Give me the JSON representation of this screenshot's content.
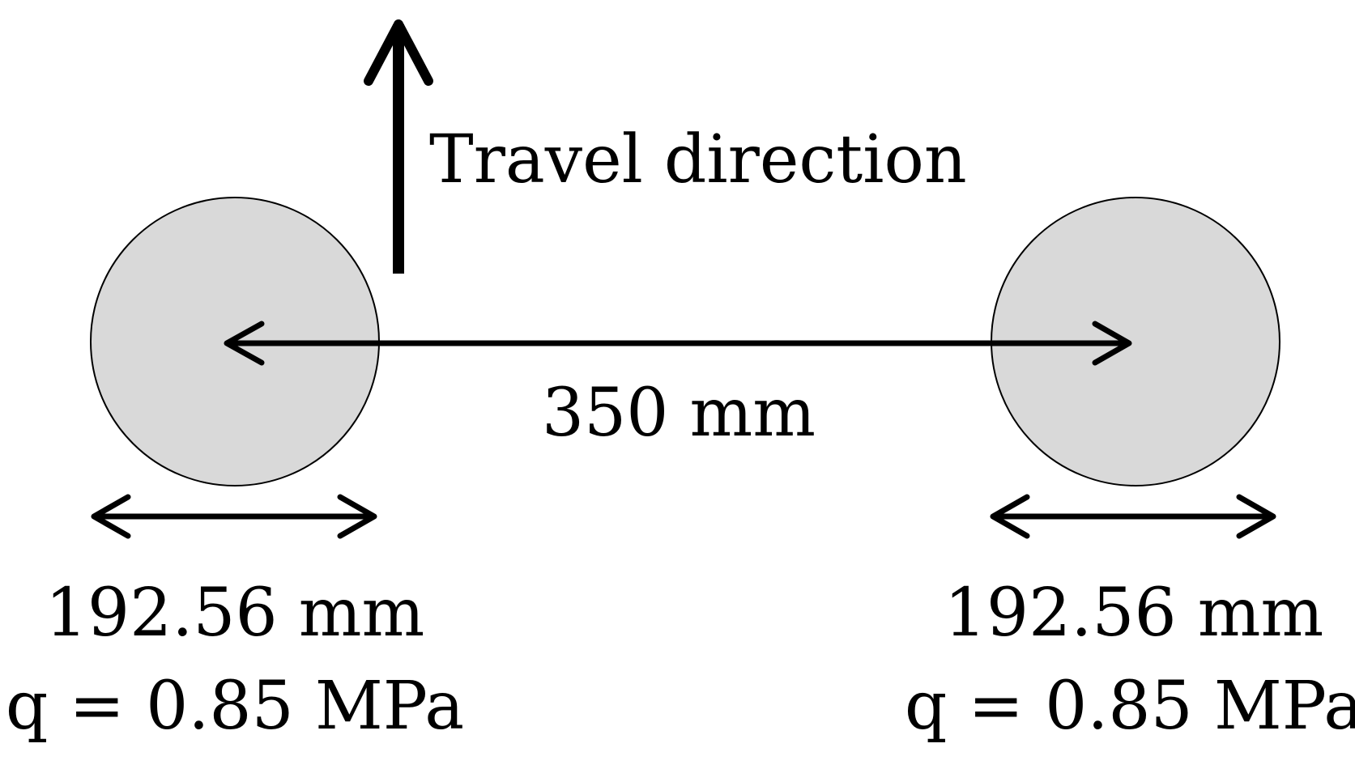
{
  "diagram": {
    "travel_label": "Travel direction",
    "spacing_label": "350 mm",
    "left_load": {
      "width_label": "192.56 mm",
      "pressure_label": "q = 0.85 MPa"
    },
    "right_load": {
      "width_label": "192.56 mm",
      "pressure_label": "q = 0.85 MPa"
    },
    "colors": {
      "circle_fill": "#d9d9d9",
      "stroke": "#000000"
    }
  }
}
